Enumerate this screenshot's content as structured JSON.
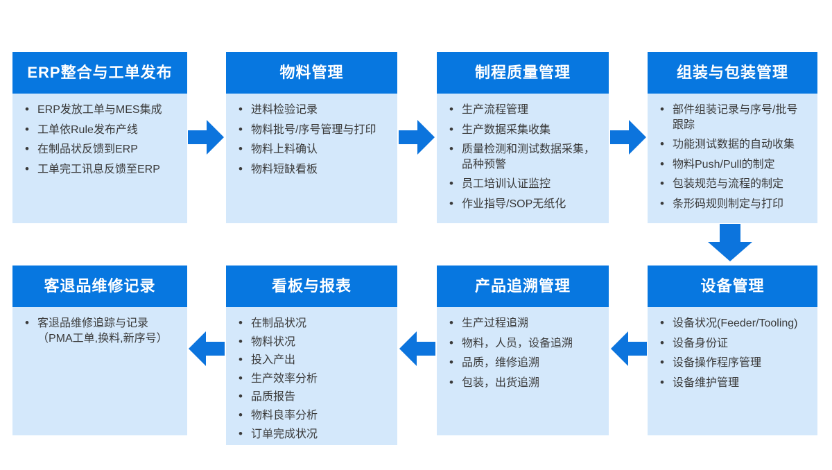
{
  "diagram": {
    "type": "flowchart",
    "subject": "MES process flow",
    "background": "#ffffff"
  },
  "colors": {
    "header_blue": "#0777e0",
    "body_blue": "#d4e8fb",
    "arrow_blue": "#0c74dd",
    "text_dark": "#3a3a3a",
    "title_white": "#ffffff"
  },
  "boxes": [
    {
      "title": "ERP整合与工单发布",
      "items": [
        "ERP发放工单与MES集成",
        "工单依Rule发布产线",
        "在制品状反馈到ERP",
        "工单完工讯息反馈至ERP"
      ]
    },
    {
      "title": "物料管理",
      "items": [
        "进料检验记录",
        "物料批号/序号管理与打印",
        "物料上料确认",
        "物料短缺看板"
      ]
    },
    {
      "title": "制程质量管理",
      "items": [
        "生产流程管理",
        "生产数据采集收集",
        "质量检测和测试数据采集，\n品种预警",
        "员工培训认证监控",
        "作业指导/SOP无纸化"
      ]
    },
    {
      "title": "组装与包装管理",
      "items": [
        "部件组装记录与序号/批号\n跟踪",
        "功能测试数据的自动收集",
        "物料Push/Pull的制定",
        "包装规范与流程的制定",
        "条形码规则制定与打印"
      ]
    },
    {
      "title": "客退品维修记录",
      "items": [
        "客退品维修追踪与记录\n（PMA工单,换料,新序号）"
      ]
    },
    {
      "title": "看板与报表",
      "items": [
        "在制品状况",
        "物料状况",
        "投入产出",
        "生产效率分析",
        "品质报告",
        "物料良率分析",
        "订单完成状况"
      ]
    },
    {
      "title": "产品追溯管理",
      "items": [
        "生产过程追溯",
        "物料，人员，设备追溯",
        "品质，维修追溯",
        "包装，出货追溯"
      ]
    },
    {
      "title": "设备管理",
      "items": [
        "设备状况(Feeder/Tooling)",
        "设备身份证",
        "设备操作程序管理",
        "设备维护管理"
      ]
    }
  ],
  "arrows": [
    {
      "name": "arrow-erp-to-material",
      "direction": "right"
    },
    {
      "name": "arrow-material-to-quality",
      "direction": "right"
    },
    {
      "name": "arrow-quality-to-assembly",
      "direction": "right"
    },
    {
      "name": "arrow-assembly-to-equipment",
      "direction": "down"
    },
    {
      "name": "arrow-equipment-to-trace",
      "direction": "left"
    },
    {
      "name": "arrow-trace-to-kanban",
      "direction": "left"
    },
    {
      "name": "arrow-kanban-to-returns",
      "direction": "left"
    }
  ]
}
